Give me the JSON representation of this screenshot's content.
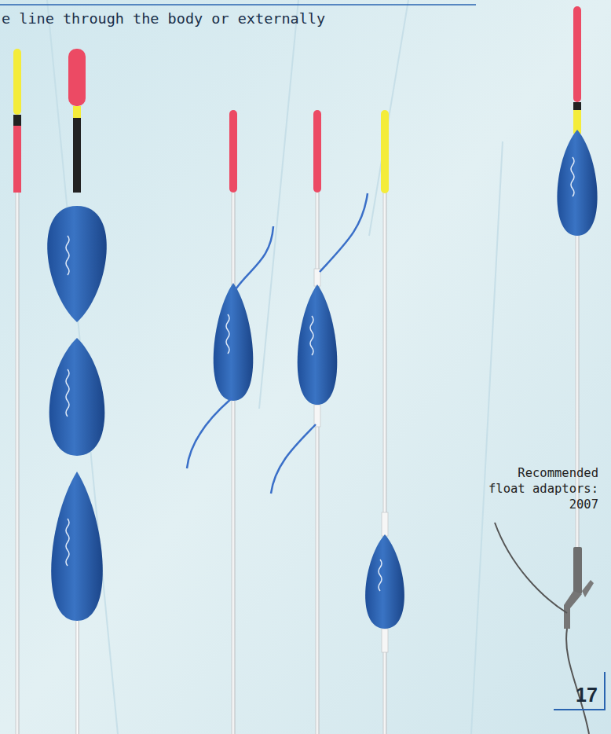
{
  "diagram": {
    "labels": [
      "e line through the body or externally",
      "Recommended float adaptors:",
      "2007",
      "17"
    ]
  }
}
